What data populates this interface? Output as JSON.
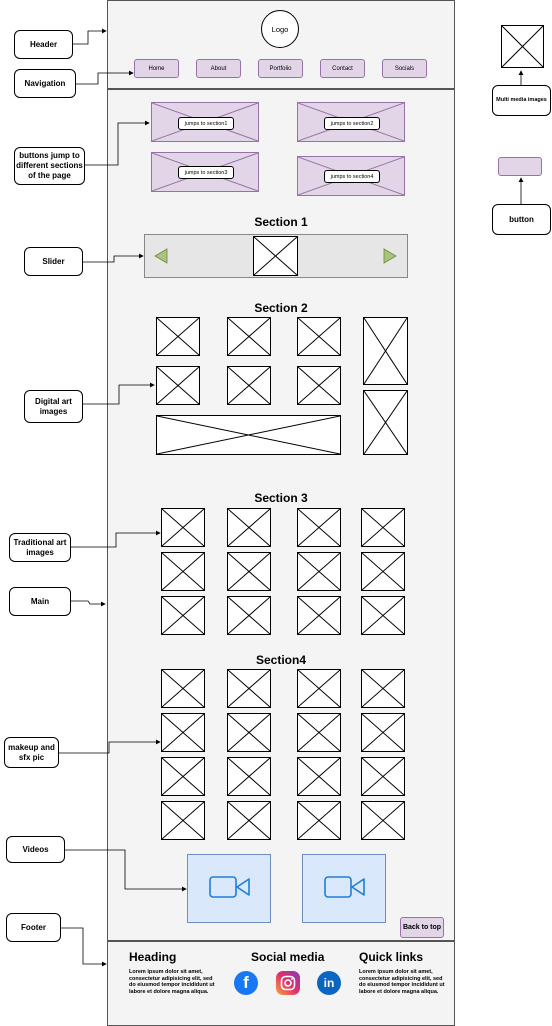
{
  "header": {
    "logo": "Logo"
  },
  "nav": [
    "Home",
    "About",
    "Portfolio",
    "Contact",
    "Socials"
  ],
  "jumps": [
    "jumps to section1",
    "jumps to section2",
    "jumps to section3",
    "jumps to section4"
  ],
  "sections": {
    "s1": "Section 1",
    "s2": "Section 2",
    "s3": "Section 3",
    "s4": "Section4"
  },
  "annotations": {
    "header": "Header",
    "navigation": "Navigation",
    "buttons": "buttons jump to different sections of the page",
    "slider": "Slider",
    "digital": "Digital art images",
    "traditional": "Traditional art images",
    "main": "Main",
    "makeup": "makeup and sfx pic",
    "videos": "Videos",
    "footer": "Footer"
  },
  "legend": {
    "multimedia": "Multi media images",
    "button": "button"
  },
  "back_to_top": "Back to top",
  "footer": {
    "heading": "Heading",
    "social": "Social media",
    "quick": "Quick links",
    "lorem": "Lorem ipsum dolor sit amet, consectetur adipisicing elit, sed do eiusmod tempor incididunt ut labore et dolore magna aliqua.",
    "social_icons": [
      "facebook-icon",
      "instagram-icon",
      "linkedin-icon"
    ]
  },
  "colors": {
    "purple_fill": "#e1d5e7",
    "purple_stroke": "#9673a6",
    "video_fill": "#dae8fc",
    "arrow_green": "#a9c47f"
  }
}
